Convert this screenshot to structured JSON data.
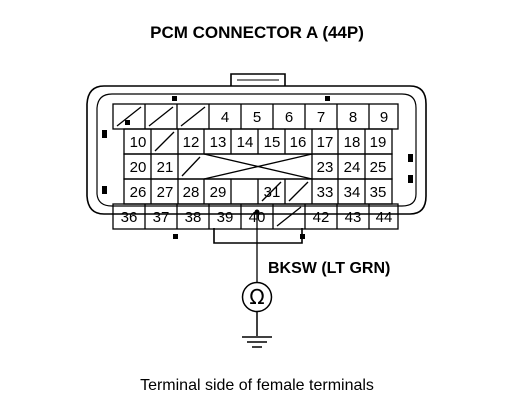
{
  "title": "PCM CONNECTOR A (44P)",
  "rows": [
    [
      "",
      "",
      "",
      "4",
      "5",
      "6",
      "7",
      "8",
      "9"
    ],
    [
      "10",
      "",
      "12",
      "13",
      "14",
      "15",
      "16",
      "17",
      "18",
      "19"
    ],
    [
      "20",
      "21",
      "",
      "",
      "",
      "",
      "",
      "23",
      "24",
      "25"
    ],
    [
      "26",
      "27",
      "28",
      "29",
      "",
      "31",
      "",
      "33",
      "34",
      "35"
    ],
    [
      "36",
      "37",
      "38",
      "39",
      "40",
      "",
      "42",
      "43",
      "44"
    ]
  ],
  "wire_label": "BKSW (LT GRN)",
  "meter_symbol": "Ω",
  "meter_icon": "ohmmeter-icon",
  "ground_icon": "ground-symbol-icon",
  "caption": "Terminal side of female terminals",
  "colors": {
    "line": "#000000",
    "background": "#ffffff"
  }
}
